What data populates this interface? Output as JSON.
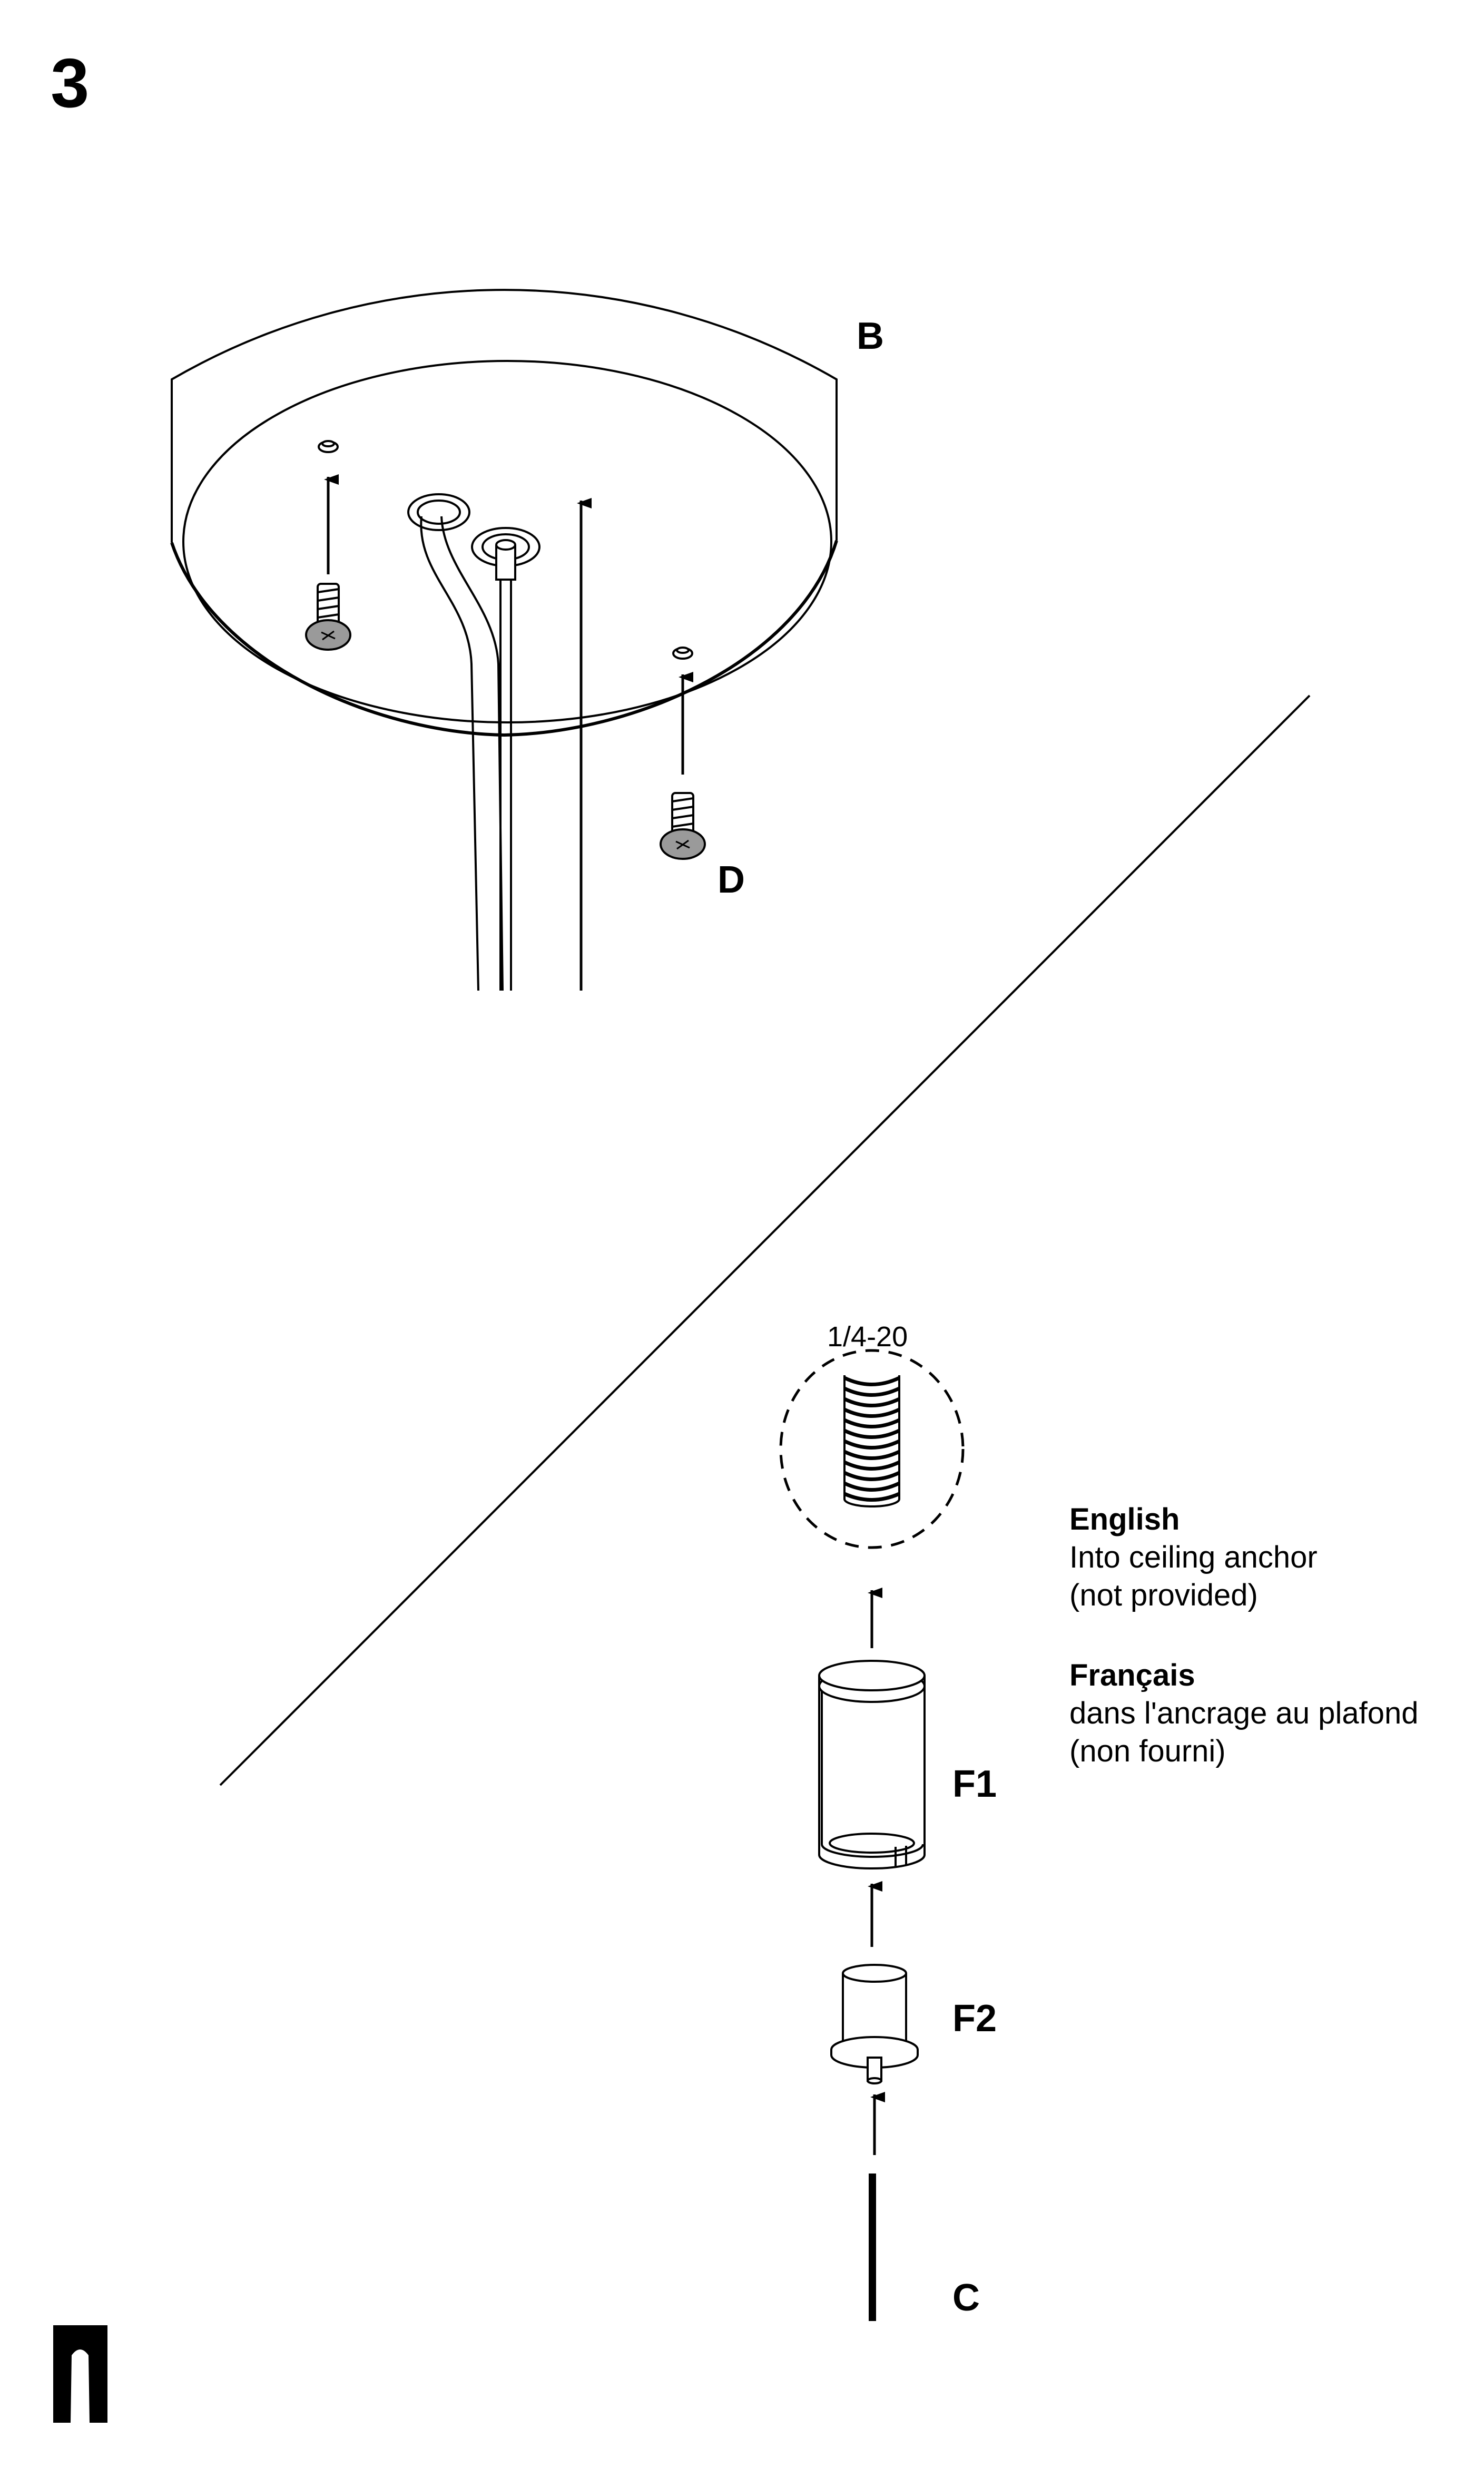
{
  "step_number": "3",
  "parts": {
    "b": "B",
    "d": "D",
    "f1": "F1",
    "f2": "F2",
    "c": "C"
  },
  "thread_spec": "1/4-20",
  "instructions": {
    "english": {
      "heading": "English",
      "line1": "Into ceiling anchor",
      "line2": "(not provided)"
    },
    "french": {
      "heading": "Français",
      "line1": "dans l'ancrage au plafond",
      "line2": "(non fourni)"
    }
  },
  "icons": [
    "canopy",
    "mounting-screw",
    "screw-hole",
    "cable-grommet",
    "power-cord",
    "suspension-cable",
    "threaded-stud",
    "ceiling-adapter",
    "cable-gripper",
    "suspension-rod",
    "brand-logo"
  ]
}
